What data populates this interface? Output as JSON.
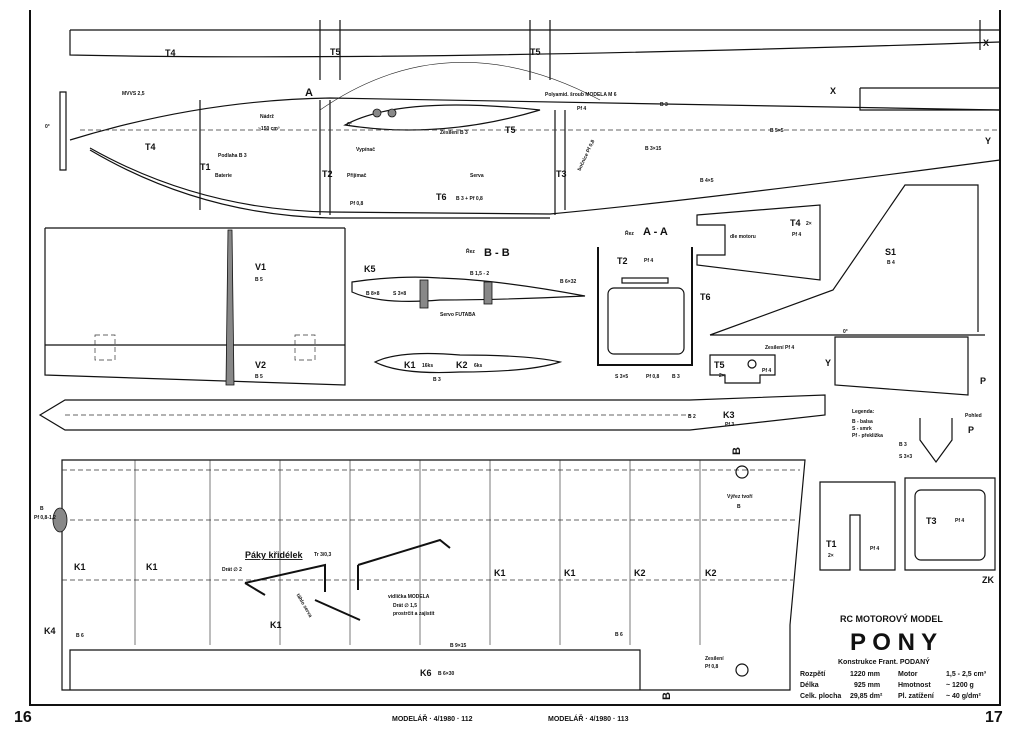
{
  "page": {
    "left_number": "16",
    "right_number": "17",
    "footer_left": "MODELÁŘ · 4/1980 · 112",
    "footer_right": "MODELÁŘ · 4/1980 · 113"
  },
  "fuselage": {
    "labels": [
      "T4",
      "T5",
      "T5",
      "T4",
      "T1",
      "T2",
      "T3",
      "T6",
      "T5"
    ],
    "notes": {
      "engine": "MVVS 2,5",
      "tank": "Nádrž",
      "tank_vol": "~150 cm³",
      "floor": "Podlaha B 3",
      "switch": "Vypínač",
      "battery": "Baterie",
      "receiver": "Přijímač",
      "servo": "Serva",
      "t6_mat": "B 3 + Pf 0,8",
      "screw": "Polyamid. šroub MODELA M 6",
      "pf4": "Pf 4",
      "reinforce": "Zesílení B 3",
      "side": "bočnice Pf 0,8",
      "b3": "B 3",
      "b3x15": "B 3×15",
      "b5x5": "B 5×5",
      "b4x5": "B 4×5",
      "pf08": "Pf 0,8",
      "angle": "0°",
      "angle2": "0°",
      "sec_a": "A",
      "x": "X",
      "x2": "X",
      "y": "Y"
    }
  },
  "wing_panel": {
    "v1": "V1",
    "v1_mat": "B 5",
    "v2": "V2",
    "v2_mat": "B 5"
  },
  "section_bb": {
    "title_pre": "Řez",
    "title": "B - B",
    "k5": "K5",
    "b15": "B 1,5 - 2",
    "b8x8": "B 8×8",
    "s3x8": "S 3×8",
    "b6x32": "B 6×32",
    "servo": "Servo FUTABA",
    "k1": "K1",
    "k1_n": "16ks",
    "k2": "K2",
    "k2_n": "6ks",
    "b3": "B 3"
  },
  "section_aa": {
    "title_pre": "Řez",
    "title": "A - A",
    "t2": "T2",
    "pf4": "Pf 4",
    "t6": "T6",
    "s3x5": "S 3×5",
    "pf08": "Pf 0,8",
    "b3": "B 3"
  },
  "parts": {
    "t4": "T4",
    "t4_n": "2×",
    "t4_mat": "Pf 4",
    "t4_note": "dle motoru",
    "s1": "S1",
    "s1_mat": "B 4",
    "t5": "T5",
    "t5_n": "2×",
    "t5_mat": "Pf 4",
    "t5_note": "Zesílení Pf 4",
    "y": "Y",
    "p": "P",
    "angle": "0°",
    "view": "Pohled",
    "view_p": "P",
    "b3": "B 3",
    "s3x3": "S 3×3",
    "t1": "T1",
    "t1_n": "2×",
    "t1_mat": "Pf 4",
    "t3": "T3",
    "t3_mat": "Pf 4",
    "zk": "ZK"
  },
  "legend": {
    "title": "Legenda:",
    "items": [
      "B - balsa",
      "S - smrk",
      "Pf - překližka"
    ]
  },
  "spar": {
    "b2": "B 2",
    "k3": "K3",
    "k3_mat": "Pf 3"
  },
  "wing_plan": {
    "ribs": [
      "K1",
      "K1",
      "K1",
      "K1",
      "K2",
      "K2",
      "K1",
      "K4"
    ],
    "b6": "B 6",
    "b6b": "B 6",
    "b9x15": "B 9×15",
    "k6": "K6",
    "k6_mat": "B 6×30",
    "le": "B",
    "le_mat": "Pf 0,8-1,2",
    "sec_b": "B",
    "sec_b2": "B",
    "cutout": "Výřez tvoří",
    "cutout2": "B",
    "reinf": "Zesílení",
    "reinf2": "Pf 0,8",
    "ailerons_title": "Páky křidélek",
    "wire2": "Drát ∅ 2",
    "tube": "Tr 3/0,3",
    "servo_arm": "táhlo serva",
    "clevis": "vidlička MODELA",
    "wire15": "Drát ∅ 1,5",
    "wire15b": "prostrčit a zajistit"
  },
  "title_block": {
    "subtitle": "RC MOTOROVÝ MODEL",
    "name": "P O N Y",
    "author": "Konstrukce Frant. PODANÝ",
    "specs": [
      {
        "label": "Rozpětí",
        "value": "1220 mm",
        "label2": "Motor",
        "value2": "1,5 - 2,5 cm³"
      },
      {
        "label": "Délka",
        "value": "925 mm",
        "label2": "Hmotnost",
        "value2": "~ 1200 g"
      },
      {
        "label": "Celk. plocha",
        "value": "29,85 dm²",
        "label2": "Pl. zatížení",
        "value2": "~ 40 g/dm²"
      }
    ]
  }
}
